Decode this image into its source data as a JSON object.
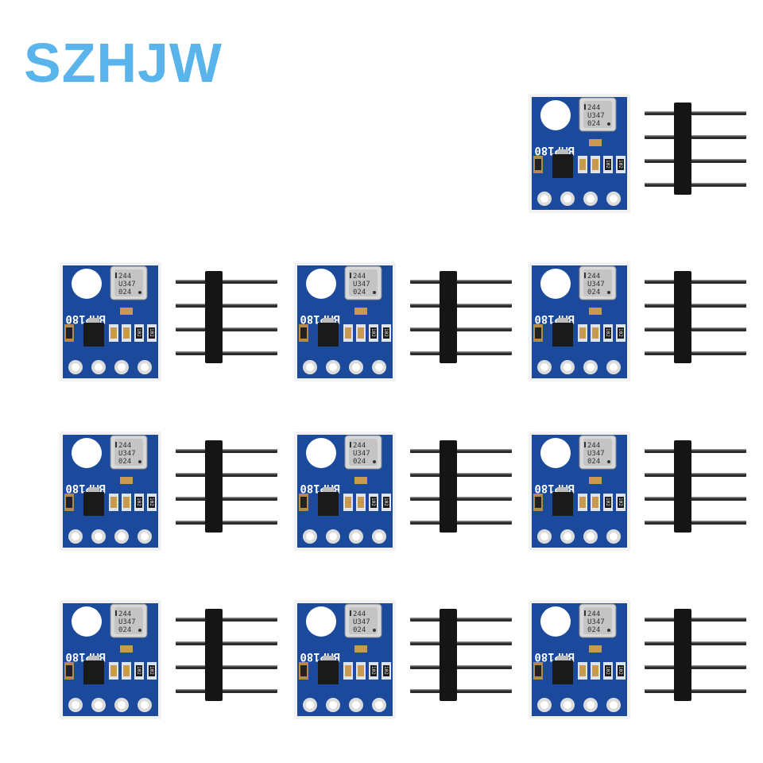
{
  "brand": {
    "text": "SZHJW",
    "color": "#5ab4ec"
  },
  "module": {
    "board_label": "BMP180",
    "chip_lines": [
      "244",
      "U347",
      "024"
    ],
    "resistor_label": "102",
    "board_color": "#1b4a9c",
    "pin_count": 4
  },
  "kits": [
    {
      "id": "kit-top-right"
    },
    {
      "id": "kit-row1-col1"
    },
    {
      "id": "kit-row1-col2"
    },
    {
      "id": "kit-row1-col3"
    },
    {
      "id": "kit-row2-col1"
    },
    {
      "id": "kit-row2-col2"
    },
    {
      "id": "kit-row2-col3"
    },
    {
      "id": "kit-row3-col1"
    },
    {
      "id": "kit-row3-col2"
    },
    {
      "id": "kit-row3-col3"
    }
  ]
}
